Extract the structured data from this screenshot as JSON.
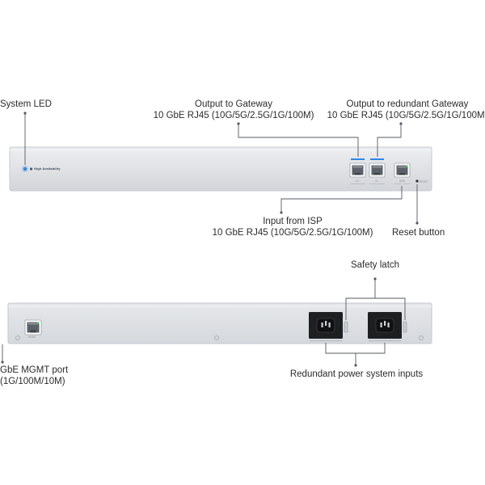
{
  "front_panel": {
    "led_caption": "High Availability",
    "port_captions": [
      "10",
      "10",
      "WAN"
    ],
    "reset_caption": "RESET"
  },
  "back_panel": {
    "mgmt_caption": "MGMT"
  },
  "callouts": {
    "system_led": "System LED",
    "output_gateway": {
      "line1": "Output to Gateway",
      "line2": "10 GbE RJ45 (10G/5G/2.5G/1G/100M)"
    },
    "output_redundant": {
      "line1": "Output to redundant Gateway",
      "line2": "10 GbE RJ45 (10G/5G/2.5G/1G/100M)"
    },
    "input_isp": {
      "line1": "Input from ISP",
      "line2": "10 GbE RJ45 (10G/5G/2.5G/1G/100M)"
    },
    "reset_button": "Reset button",
    "safety_latch": "Safety latch",
    "mgmt_port": {
      "line1": "GbE MGMT port",
      "line2": "(1G/100M/10M)"
    },
    "redundant_power": "Redundant power system inputs"
  },
  "colors": {
    "chassis": "#e1e3e6",
    "chassis_edge": "#c6c9cd",
    "port_body": "#5b6168",
    "led_blue": "#2f86e8",
    "link_green": "#3cc04a",
    "power_socket": "#1e1f21",
    "leader_line": "#555a60"
  }
}
